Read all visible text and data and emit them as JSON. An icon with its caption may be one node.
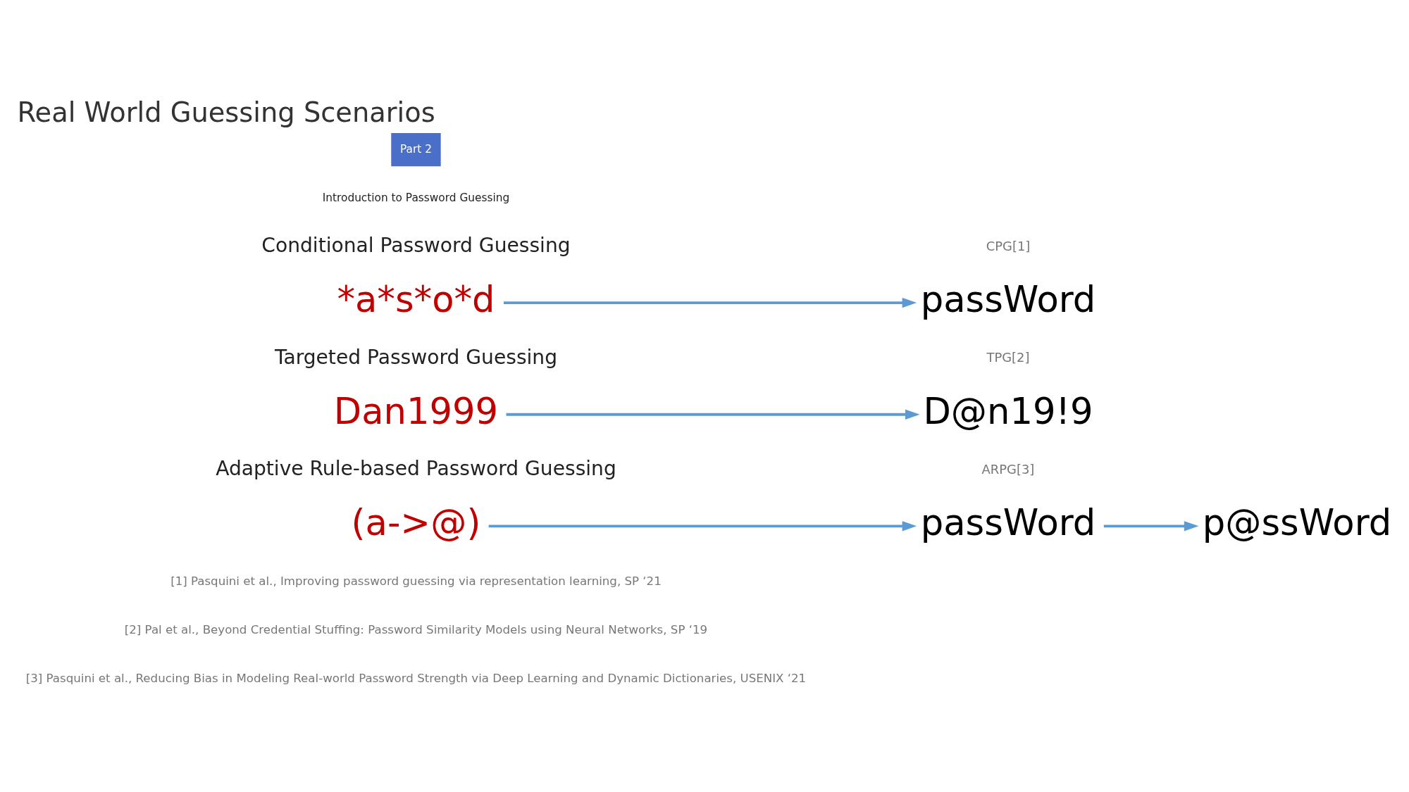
{
  "diagram": {
    "title": "Real World Guessing Scenarios",
    "nodes": [
      {
        "text": [
          "*a*s*o*d"
        ]
      },
      {
        "text": [
          "passWord"
        ]
      },
      {
        "text": [
          "Dan1999"
        ]
      },
      {
        "text": [
          "D@n19!9"
        ]
      },
      {
        "text": [
          "(a->@)"
        ]
      },
      {
        "text": [
          "passWord"
        ]
      },
      {
        "text": [
          "p@ssWord"
        ]
      }
    ],
    "edges": [
      {
        "from": 0,
        "to": 1,
        "arrow": "to"
      },
      {
        "from": 2,
        "to": 3,
        "arrow": "to"
      },
      {
        "from": 4,
        "to": 5,
        "arrow": "to"
      },
      {
        "from": 5,
        "to": 6,
        "arrow": "to"
      }
    ],
    "labels": [
      "Part 2",
      "Introduction to Password Guessing",
      "Conditional Password Guessing",
      "CPG[1]",
      "Targeted Password Guessing",
      "TPG[2]",
      "Adaptive Rule-based Password Guessing",
      "ARPG[3]",
      "[1] Pasquini et al., Improving password guessing via representation learning, SP ‘21",
      "[2] Pal et al., Beyond Credential Stuffing: Password Similarity Models using Neural Networks, SP ‘19",
      "[3] Pasquini et al., Reducing Bias in Modeling Real-world Password Strength via Deep Learning and Dynamic Dictionaries, USENIX ‘21"
    ]
  }
}
